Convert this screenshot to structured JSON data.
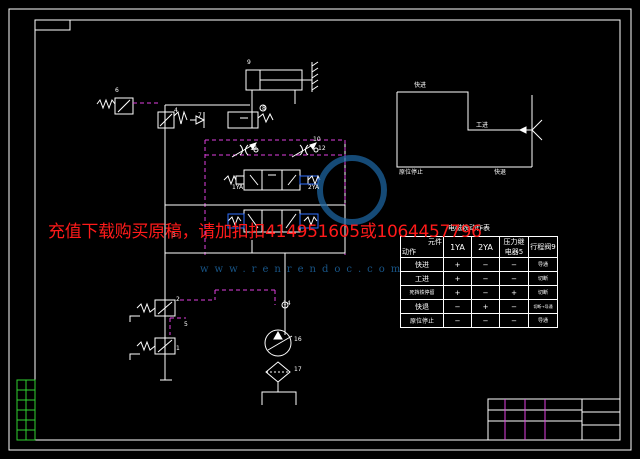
{
  "labels": {
    "fast_forward_top": "快进",
    "work_feed": "工进",
    "home_stop": "原位停止",
    "fast_back": "快退",
    "c9": "9",
    "c8": "8",
    "c6": "6",
    "c7": "7",
    "c4": "4",
    "c11": "11",
    "c10": "10",
    "c12": "12",
    "c3": "3",
    "c2": "2",
    "c1": "1",
    "c14": "14",
    "c16": "16",
    "c17": "17",
    "c5": "5",
    "c1ya": "1YA",
    "c2ya": "2YA"
  },
  "table": {
    "title": "电磁铁动作表",
    "header": {
      "element": "元件",
      "action": "动作",
      "c1": "1YA",
      "c2": "2YA",
      "c3": "压力继电器5",
      "c4": "行程阀9"
    },
    "rows": [
      {
        "name": "快进",
        "a": "+",
        "b": "−",
        "c": "−",
        "d": "导通"
      },
      {
        "name": "工进",
        "a": "+",
        "b": "−",
        "c": "−",
        "d": "切断"
      },
      {
        "name": "死挡铁停留",
        "a": "+",
        "b": "−",
        "c": "+",
        "d": "切断"
      },
      {
        "name": "快退",
        "a": "−",
        "b": "+",
        "c": "−",
        "d": "切断→导通"
      },
      {
        "name": "原位停止",
        "a": "−",
        "b": "−",
        "c": "−",
        "d": "导通"
      }
    ]
  },
  "overlay": {
    "promo": "充值下载购买原稿，请加扣扣414951605或1064457796",
    "watermark": "www.renrendoc.com"
  }
}
